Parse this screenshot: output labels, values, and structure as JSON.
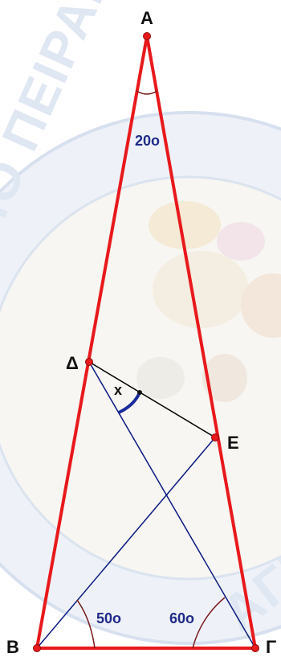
{
  "watermark": {
    "seal_text": "ΠΡΟΤΥΠΟ ΠΕΙΡΑΜΑΤΙΚΟ",
    "seal_text_bottom": "ΑΓΙΑΣ"
  },
  "vertices": {
    "A": "Α",
    "B": "Β",
    "G": "Γ",
    "D": "Δ",
    "E": "Ε"
  },
  "angles": {
    "apex": "20ο",
    "at_B": "50ο",
    "at_G": "60ο",
    "unknown": "x"
  },
  "colors": {
    "triangle": "#e8191c",
    "cevians": "#0a1a82",
    "segment_DE": "#000000",
    "angle_arc_x": "#1a2b9c",
    "angle_arc_base": "#7a1a1a",
    "label_text": "#1f2a8a",
    "point_fill": "#e8191c"
  }
}
